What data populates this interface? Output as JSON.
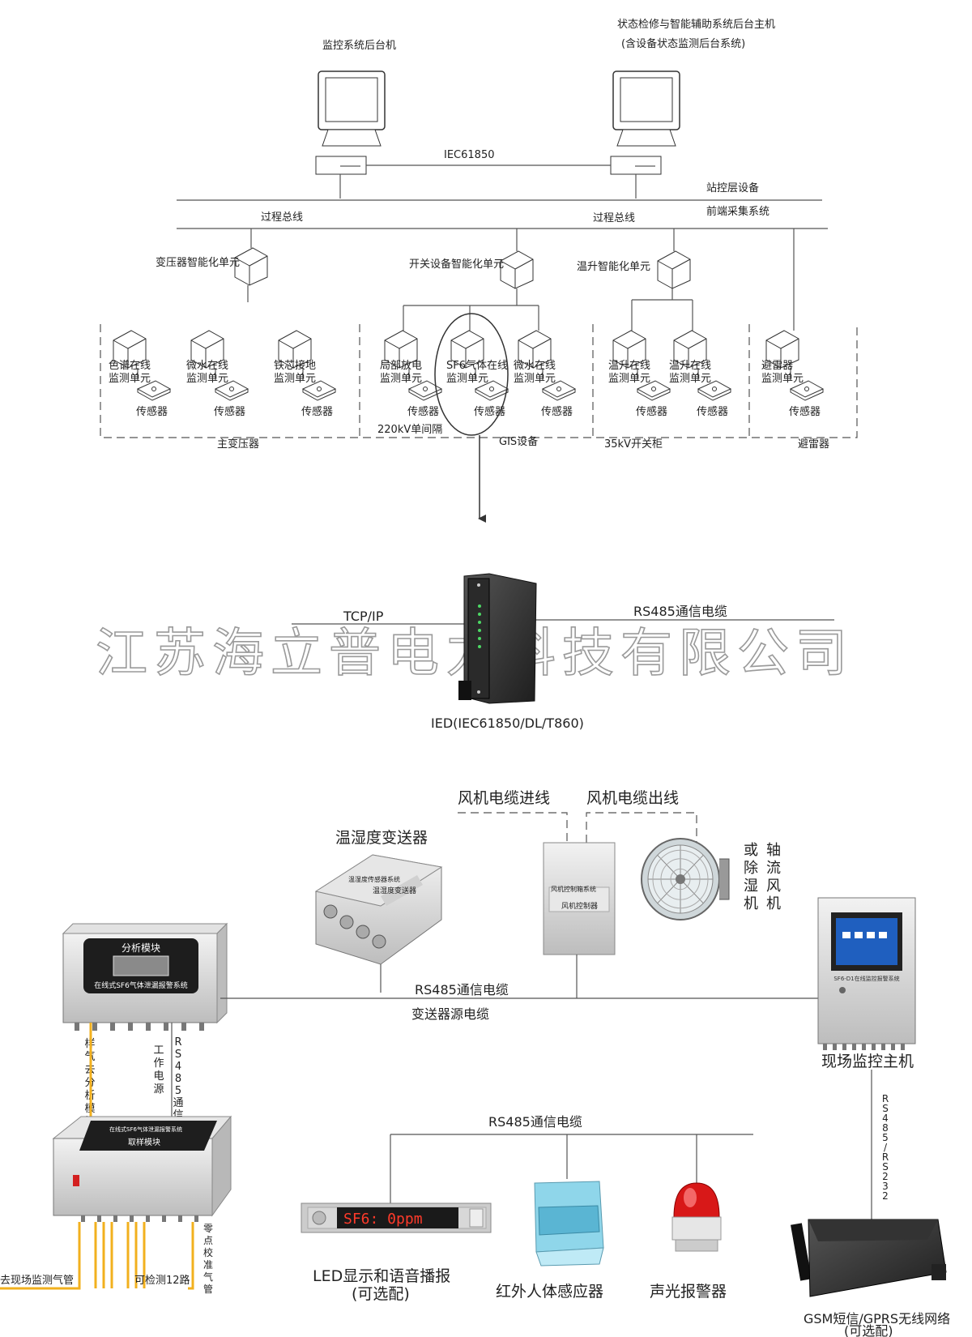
{
  "top": {
    "monitor_backend": "监控系统后台机",
    "status_backend_line1": "状态检修与智能辅助系统后台主机",
    "status_backend_line2": "(含设备状态监测后台系统)",
    "iec_link": "IEC61850",
    "station_layer": "站控层设备",
    "front_collection": "前端采集系统",
    "process_bus_left": "过程总线",
    "process_bus_right": "过程总线",
    "unit_transformer": "变压器智能化单元",
    "unit_switchgear": "开关设备智能化单元",
    "unit_temp": "温升智能化单元",
    "monitor_units": [
      {
        "l1": "色谱在线",
        "l2": "监测单元"
      },
      {
        "l1": "微水在线",
        "l2": "监测单元"
      },
      {
        "l1": "铁芯接地",
        "l2": "监测单元"
      },
      {
        "l1": "局部放电",
        "l2": "监测单元"
      },
      {
        "l1": "SF6气体在线",
        "l2": "监测单元"
      },
      {
        "l1": "微水在线",
        "l2": "监测单元"
      },
      {
        "l1": "温升在线",
        "l2": "监测单元"
      },
      {
        "l1": "温升在线",
        "l2": "监测单元"
      },
      {
        "l1": "避雷器",
        "l2": "监测单元"
      }
    ],
    "sensor_label": "传感器",
    "group_main_transformer": "主变压器",
    "group_220kv": "220kV单间隔",
    "group_gis": "GIS设备",
    "group_35kv": "35kV开关柜",
    "group_arrester": "避雷器"
  },
  "middle": {
    "tcpip": "TCP/IP",
    "rs485_cable": "RS485通信电缆",
    "watermark": "江苏海立普电力科技有限公司",
    "ied": "IED(IEC61850/DL/T860)"
  },
  "bottom": {
    "fan_cable_in": "风机电缆进线",
    "fan_cable_out": "风机电缆出线",
    "th_transmitter": "温湿度变送器",
    "th_panel_1": "温湿度传感器系统",
    "th_panel_2": "温湿度变送器",
    "fan_controller_1": "风机控制箱系统",
    "fan_controller_2": "风机控制器",
    "or_dehumidifier": [
      "或",
      "除",
      "湿",
      "机"
    ],
    "axial_fan": [
      "轴",
      "流",
      "风",
      "机"
    ],
    "analysis_title": "分析模块",
    "analysis_system": "在线式SF6气体泄漏报警系统",
    "rs485_cable_mid": "RS485通信电缆",
    "power_cable": "变送器源电缆",
    "host_panel_title": "SF6-D1在线监控报警系统",
    "site_host": "现场监控主机",
    "sample_gas": "样气去分析模块",
    "work_power": "工作电源",
    "rs485_comm": "RS485通信",
    "sampling_system": "在线式SF6气体泄漏报警系统",
    "sampling_title": "取样模块",
    "rs485_cable_low": "RS485通信电缆",
    "rs485_rs232": "RS485/RS232",
    "led_text": "SF6: 0ppm",
    "led_label_1": "LED显示和语音播报",
    "led_label_2": "(可选配)",
    "infrared": "红外人体感应器",
    "alarm": "声光报警器",
    "gsm_1": "GSM短信/GPRS无线网络",
    "gsm_2": "(可选配)",
    "to_site_pipe": "去现场监测气管",
    "detect_12": "可检测12路",
    "zero_cal": "零点校准气管"
  },
  "colors": {
    "gas_pipe": "#f2b01e",
    "led_red": "#ff3a2a",
    "screen_blue": "#1f5fbf",
    "alarm_red": "#d81818"
  }
}
